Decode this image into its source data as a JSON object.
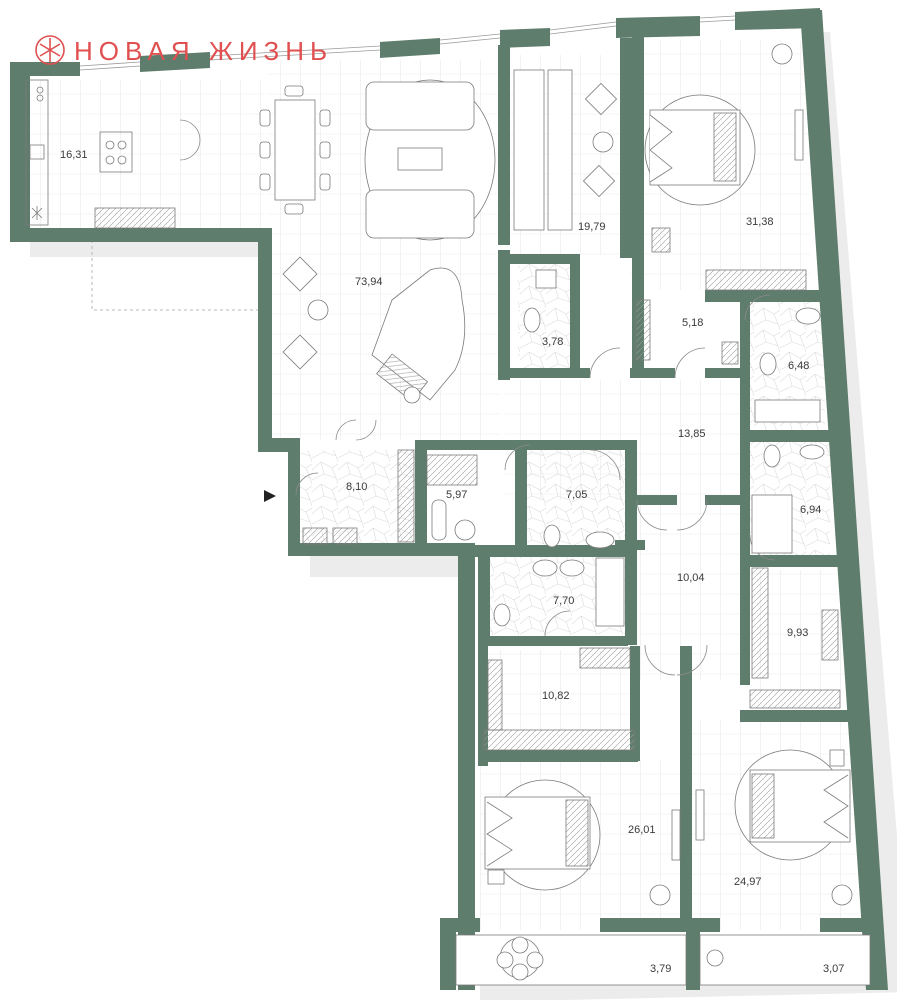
{
  "brand": {
    "name": "НОВАЯ ЖИЗНЬ",
    "logo_icon": "snowflake-circle-icon",
    "color": "#e05050"
  },
  "colors": {
    "wall": "#5f7d6c",
    "floor": "#ffffff",
    "fixture_stroke": "#7a7a7a",
    "shadow": "#e8e8e8"
  },
  "entrance_marker": "entrance-arrow-icon",
  "rooms": [
    {
      "id": "kitchen",
      "area": "16,31"
    },
    {
      "id": "living",
      "area": "73,94"
    },
    {
      "id": "study",
      "area": "19,79"
    },
    {
      "id": "master-bedroom",
      "area": "31,38"
    },
    {
      "id": "wc-small",
      "area": "3,78"
    },
    {
      "id": "closet-top",
      "area": "5,18"
    },
    {
      "id": "bath-top",
      "area": "6,48"
    },
    {
      "id": "hall",
      "area": "13,85"
    },
    {
      "id": "vestibule",
      "area": "8,10"
    },
    {
      "id": "laundry",
      "area": "5,97"
    },
    {
      "id": "bath-mid",
      "area": "7,05"
    },
    {
      "id": "bath-right",
      "area": "6,94"
    },
    {
      "id": "corridor",
      "area": "10,04"
    },
    {
      "id": "bath-lower",
      "area": "7,70"
    },
    {
      "id": "dressing-right",
      "area": "9,93"
    },
    {
      "id": "dressing-lower",
      "area": "10,82"
    },
    {
      "id": "bedroom-left",
      "area": "26,01"
    },
    {
      "id": "bedroom-right",
      "area": "24,97"
    },
    {
      "id": "balcony-left",
      "area": "3,79"
    },
    {
      "id": "balcony-right",
      "area": "3,07"
    }
  ]
}
